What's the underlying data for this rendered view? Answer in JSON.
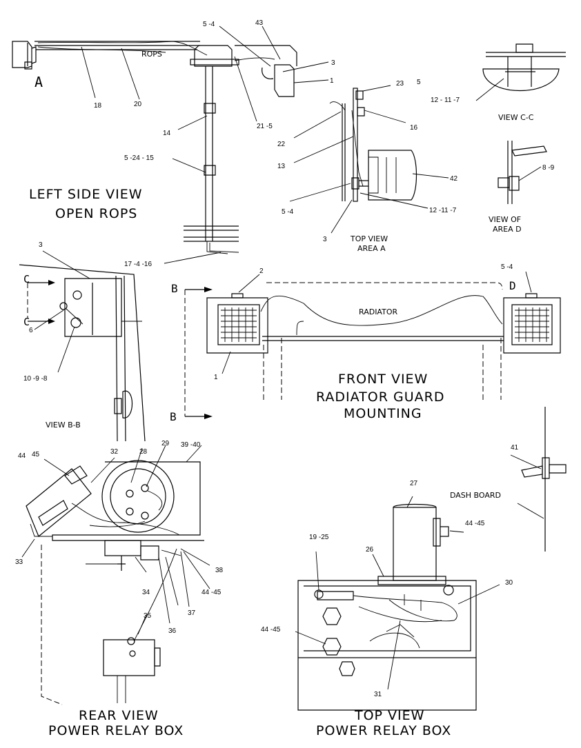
{
  "views": {
    "left_side": {
      "title_1": "LEFT SIDE VIEW",
      "title_2": "OPEN ROPS",
      "rops_label": "ROPS",
      "area_marker": "A"
    },
    "top_area_a": {
      "title_1": "TOP VIEW",
      "title_2": "AREA A"
    },
    "view_cc": {
      "title": "VIEW C-C"
    },
    "area_d": {
      "title_1": "VIEW OF",
      "title_2": "AREA D"
    },
    "view_bb": {
      "title": "VIEW B-B",
      "marker_c": "C"
    },
    "front": {
      "title_1": "FRONT VIEW",
      "title_2": "RADIATOR GUARD",
      "title_3": "MOUNTING",
      "radiator_label": "RADIATOR",
      "marker_b": "B",
      "marker_d": "D"
    },
    "dash": {
      "label": "DASH BOARD"
    },
    "rear_relay": {
      "title_1": "REAR VIEW",
      "title_2": "POWER RELAY BOX"
    },
    "top_relay": {
      "title_1": "TOP VIEW",
      "title_2": "POWER RELAY BOX"
    }
  },
  "callouts": [
    "5 -4",
    "43",
    "3",
    "1",
    "18",
    "20",
    "21 -5",
    "14",
    "5 -24 - 15",
    "17 -4 -16",
    "23",
    "5",
    "16",
    "22",
    "13",
    "42",
    "5 -4",
    "12 -11 -7",
    "3",
    "12 - 11 -7",
    "8 -9",
    "3",
    "6",
    "10 -9 -8",
    "2",
    "1",
    "5 -4",
    "44",
    "45",
    "32",
    "28",
    "29",
    "39 -40",
    "33",
    "34",
    "36",
    "37",
    "38",
    "44 -45",
    "35",
    "41",
    "27",
    "44 -45",
    "19 -25",
    "26",
    "30",
    "44 -45",
    "31"
  ]
}
